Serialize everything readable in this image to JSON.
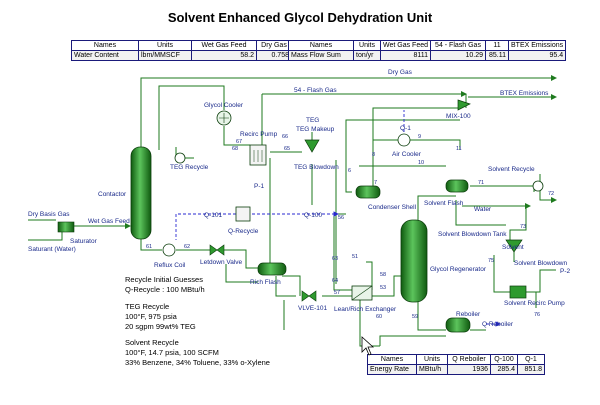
{
  "title": "Solvent Enhanced Glycol Dehydration Unit",
  "table1": {
    "headers": [
      "Names",
      "Units",
      "Wet Gas Feed",
      "Dry Gas"
    ],
    "row": [
      "Water Content",
      "lbm/MMSCF",
      "58.2",
      "0.758"
    ]
  },
  "table2": {
    "headers": [
      "Names",
      "Units",
      "Wet Gas Feed",
      "54 - Flash Gas",
      "11",
      "BTEX Emissions"
    ],
    "row": [
      "Mass Flow Sum",
      "ton/yr",
      "8111",
      "10.29",
      "85.11",
      "95.4"
    ]
  },
  "table3": {
    "headers": [
      "Names",
      "Units",
      "Q Reboiler",
      "Q-100",
      "Q-1"
    ],
    "row": [
      "Energy Rate",
      "MBtu/h",
      "1936",
      "285.4",
      "851.8"
    ]
  },
  "labels": {
    "dry_gas": "Dry Gas",
    "flash_gas": "54 - Flash Gas",
    "btex": "BTEX Emissions",
    "glycol_cooler": "Glycol Cooler",
    "teg_recycle": "TEG Recycle",
    "recirc_pump": "Recirc Pump",
    "teg": "TEG",
    "teg_makeup": "TEG Makeup",
    "teg_blowdown": "TEG Blowdown",
    "mix100": "MIX-100",
    "q1": "Q-1",
    "air_cooler": "Air Cooler",
    "contactor": "Contactor",
    "dry_basis_gas": "Dry Basis Gas",
    "wet_gas_feed": "Wet Gas Feed",
    "saturator": "Saturator",
    "saturant": "Saturant (Water)",
    "q101": "Q-101",
    "q100": "Q-100",
    "q_recycle": "Q-Recycle",
    "p1": "P-1",
    "condenser_shell": "Condenser Shell",
    "solvent_flash": "Solvent Flash",
    "water": "Water",
    "solvent_recycle": "Solvent Recycle",
    "solvent_blowdown_tank": "Solvent Blowdown Tank",
    "solvent": "Solvent",
    "solvent_blowdown": "Solvent Blowdown",
    "p2": "P-2",
    "solvent_recirc_pump": "Solvent Recirc Pump",
    "glycol_regenerator": "Glycol Regenerator",
    "reboiler": "Reboiler",
    "q_reboiler": "Q Reboiler",
    "reflux_coil": "Reflux Coil",
    "letdown_valve": "Letdown Valve",
    "rich_flash": "Rich Flash",
    "vlve101": "VLVE-101",
    "lean_rich_exchanger": "Lean/Rich Exchanger",
    "s_67": "67",
    "s_68": "68",
    "s_65": "65",
    "s_66": "66",
    "s_8": "8",
    "s_9": "9",
    "s_10": "10",
    "s_11": "11",
    "s_6": "6",
    "s_7": "7",
    "s_71": "71",
    "s_72": "72",
    "s_73": "73",
    "s_75": "75",
    "s_76": "76",
    "s_61": "61",
    "s_62": "62",
    "s_63": "63",
    "s_64": "64",
    "s_56": "56",
    "s_57": "57",
    "s_58": "58",
    "s_59": "59",
    "s_60": "60",
    "s_53": "53",
    "s_51": "51"
  },
  "notes": {
    "l1": "Recycle Initial Guesses",
    "l2": "Q-Recycle : 100 MBtu/h",
    "l3": "TEG Recycle",
    "l4": "100°F, 975 psia",
    "l5": "20 sgpm 99wt% TEG",
    "l6": "Solvent Recycle",
    "l7": "100°F, 14.7 psia, 100 SCFM",
    "l8": "33% Benzene, 34% Toluene, 33% o-Xylene"
  },
  "colors": {
    "stream": "#1e7a1e",
    "energy": "#2a2ad0",
    "vessel": "#2f9a2f",
    "label": "#1a2a8a"
  }
}
